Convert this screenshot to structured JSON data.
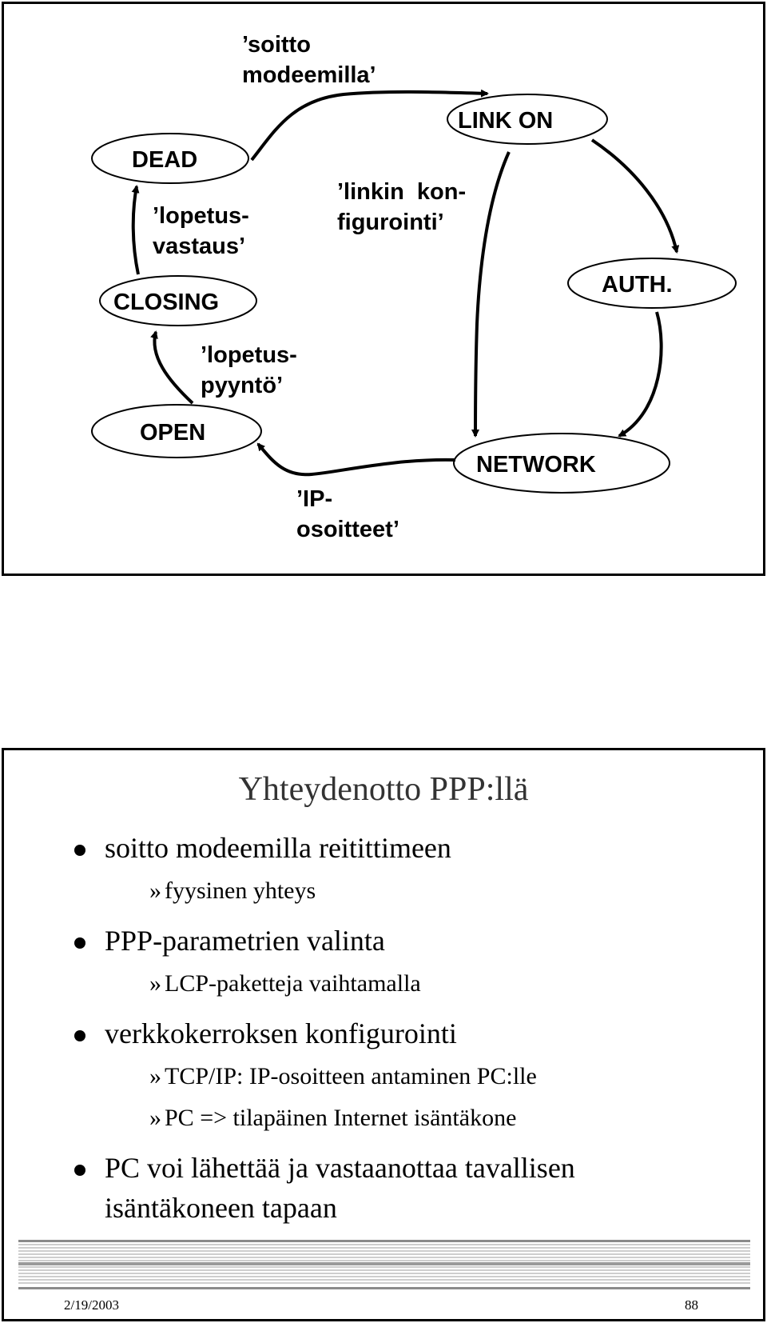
{
  "diagram": {
    "states": {
      "dead": "DEAD",
      "link_on": "LINK ON",
      "auth": "AUTH.",
      "closing": "CLOSING",
      "open": "OPEN",
      "network": "NETWORK"
    },
    "labels": {
      "dial": "’soitto\nmodeemilla’",
      "link_config": "’linkin  kon-\nfigurointi’",
      "close_reply": "’lopetus-\nvastaus’",
      "close_request": "’lopetus-\npyyntö’",
      "ip_addresses": "’IP-\nosoitteet’"
    }
  },
  "slide": {
    "title": "Yhteydenotto PPP:llä",
    "bullets": [
      {
        "text": "soitto modeemilla reitittimeen",
        "subs": [
          "fyysinen yhteys"
        ]
      },
      {
        "text": "PPP-parametrien valinta",
        "subs": [
          "LCP-paketteja vaihtamalla"
        ]
      },
      {
        "text": "verkkokerroksen konfigurointi",
        "subs": [
          "TCP/IP: IP-osoitteen antaminen PC:lle",
          "PC => tilapäinen Internet isäntäkone"
        ]
      },
      {
        "text": "PC voi lähettää ja vastaanottaa tavallisen",
        "text2": "isäntäkoneen tapaan",
        "subs": []
      }
    ],
    "sub_marker": "»",
    "footer": {
      "date": "2/19/2003",
      "page": "88"
    }
  }
}
